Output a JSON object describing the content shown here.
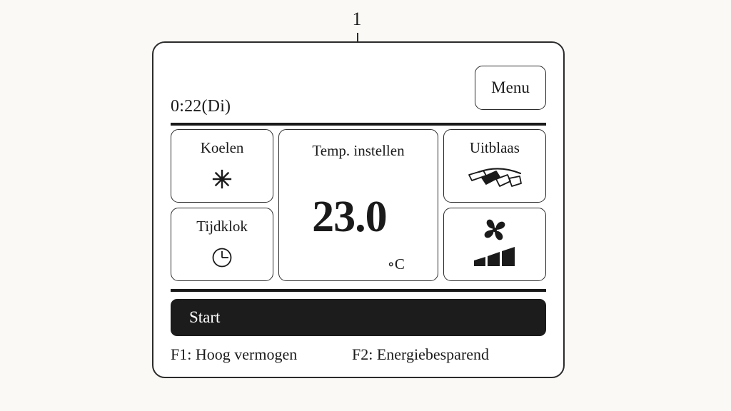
{
  "callout": {
    "number": "1"
  },
  "controller": {
    "top_bar": {
      "menu_label": "Menu",
      "clock": "0:22(Di)"
    },
    "panels": {
      "mode": {
        "label": "Koelen",
        "icon": "snowflake-icon"
      },
      "timer": {
        "label": "Tijdklok",
        "icon": "clock-icon"
      },
      "temperature": {
        "label": "Temp. instellen",
        "value": "23.0",
        "unit": "∘C"
      },
      "airflow": {
        "label": "Uitblaas",
        "icon": "louver-blades-icon"
      },
      "fan_speed": {
        "icon": "fan-icon",
        "level_icon": "signal-bars-icon",
        "bars": 3
      }
    },
    "start_button": {
      "label": "Start"
    },
    "function_keys": {
      "f1": "F1: Hoog vermogen",
      "f2": "F2: Energiebesparend"
    }
  },
  "colors": {
    "background": "#faf9f6",
    "screen": "#ffffff",
    "ink": "#1a1a1a",
    "start_bar": "#1c1c1c",
    "start_text": "#ffffff"
  }
}
